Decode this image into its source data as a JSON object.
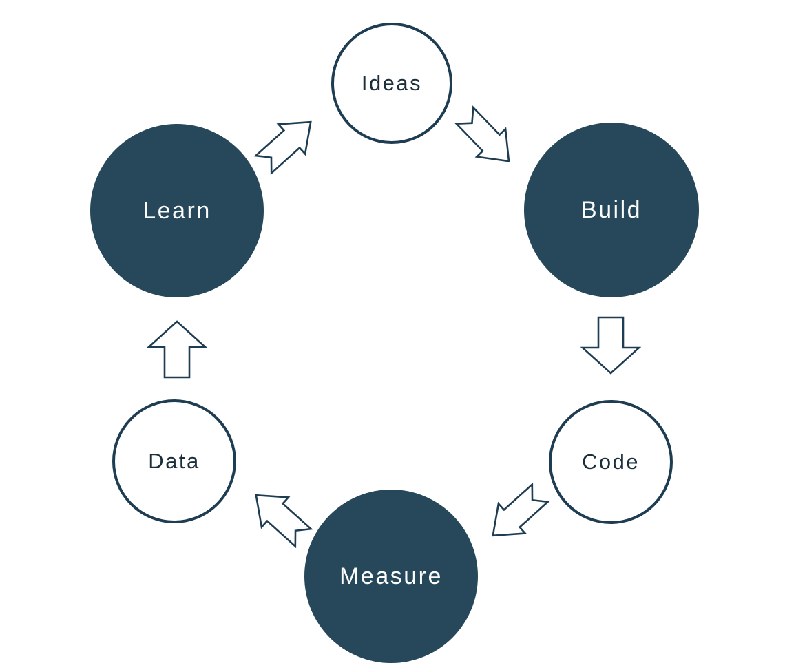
{
  "colors": {
    "background": "#FFFFFF",
    "node_fill_dark": "#27485A",
    "node_outline": "#1E3D52",
    "arrow_outline": "#1E3D52",
    "text_on_dark": "#FAFBFB",
    "text_on_light": "#1B2F3B"
  },
  "diagram": {
    "type": "cycle",
    "nodes": [
      {
        "id": "ideas",
        "label": "Ideas",
        "variant": "outline"
      },
      {
        "id": "build",
        "label": "Build",
        "variant": "filled"
      },
      {
        "id": "code",
        "label": "Code",
        "variant": "outline"
      },
      {
        "id": "measure",
        "label": "Measure",
        "variant": "filled"
      },
      {
        "id": "data",
        "label": "Data",
        "variant": "outline"
      },
      {
        "id": "learn",
        "label": "Learn",
        "variant": "filled"
      }
    ],
    "edges": [
      {
        "from": "learn",
        "to": "ideas",
        "arrow_icon": "notched-arrow-up-right"
      },
      {
        "from": "ideas",
        "to": "build",
        "arrow_icon": "notched-arrow-down-right"
      },
      {
        "from": "build",
        "to": "code",
        "arrow_icon": "block-arrow-down"
      },
      {
        "from": "code",
        "to": "measure",
        "arrow_icon": "notched-arrow-down-left"
      },
      {
        "from": "measure",
        "to": "data",
        "arrow_icon": "notched-arrow-up-left"
      },
      {
        "from": "data",
        "to": "learn",
        "arrow_icon": "block-arrow-up"
      }
    ]
  }
}
